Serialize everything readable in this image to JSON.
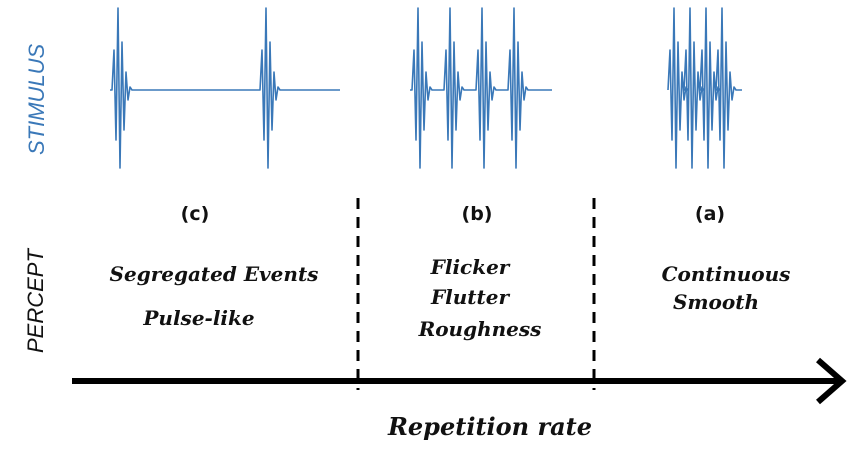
{
  "labels": {
    "stimulus": "STIMULUS",
    "percept": "PERCEPT",
    "axis": "Repetition rate"
  },
  "regions": {
    "c": {
      "tag": "(c)",
      "lines": [
        "Segregated Events",
        "Pulse-like"
      ]
    },
    "b": {
      "tag": "(b)",
      "lines": [
        "Flicker",
        "Flutter",
        "Roughness"
      ]
    },
    "a": {
      "tag": "(a)",
      "lines": [
        "Continuous",
        "Smooth"
      ]
    }
  },
  "colors": {
    "waveform": "#3a78b8",
    "axis": "#000000",
    "text": "#111111"
  }
}
